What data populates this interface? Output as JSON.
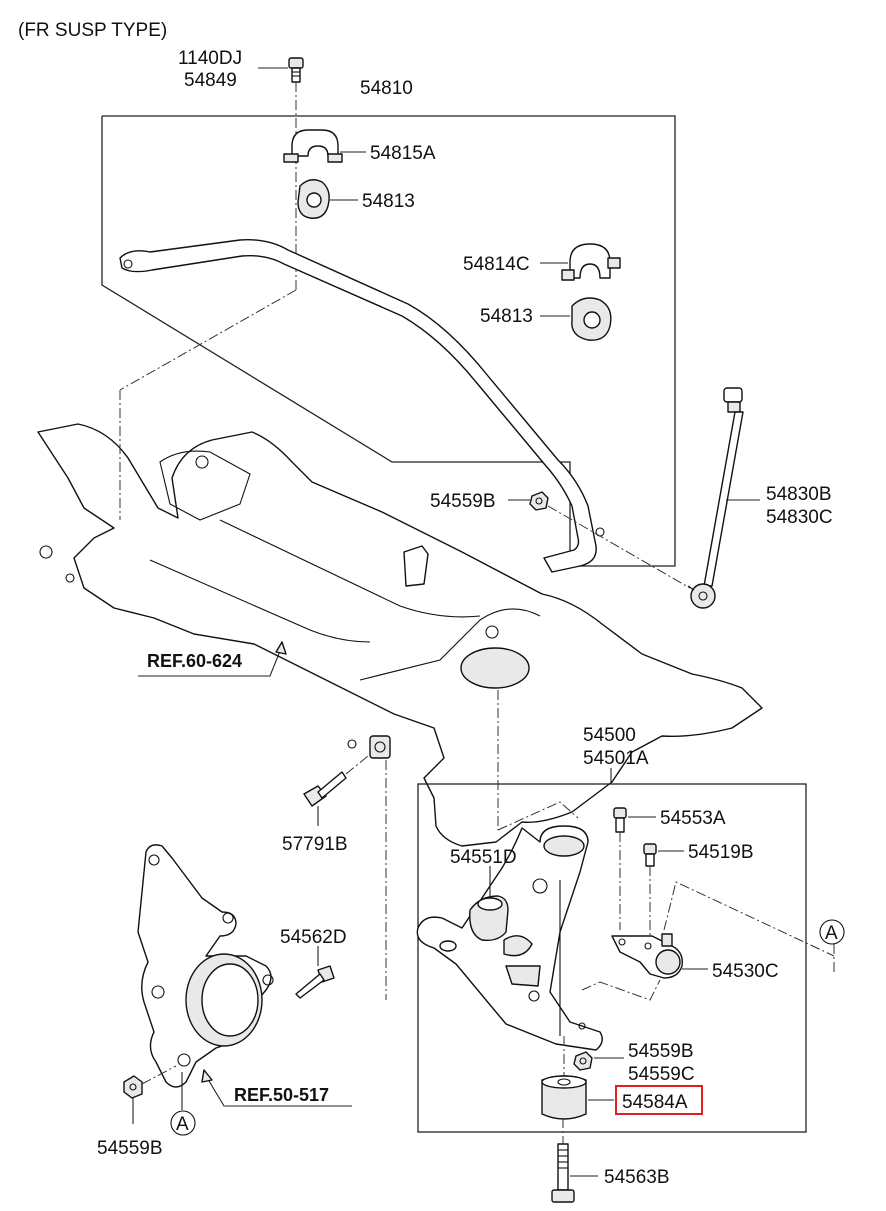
{
  "header": {
    "title": "(FR SUSP TYPE)"
  },
  "labels": {
    "p1140DJ": "1140DJ",
    "p54849": "54849",
    "p54810": "54810",
    "p54815A": "54815A",
    "p54813a": "54813",
    "p54814C": "54814C",
    "p54813b": "54813",
    "p54559B_top": "54559B",
    "p54830B": "54830B",
    "p54830C": "54830C",
    "ref60": "REF.60-624",
    "p54500": "54500",
    "p54501A": "54501A",
    "p57791B": "57791B",
    "p54553A": "54553A",
    "p54519B": "54519B",
    "p54551D": "54551D",
    "p54562D": "54562D",
    "p54530C": "54530C",
    "markerA_right": "A",
    "p54559B_mid": "54559B",
    "p54559C": "54559C",
    "p54584A": "54584A",
    "ref50": "REF.50-517",
    "markerA_left": "A",
    "p54559B_bottom": "54559B",
    "p54563B": "54563B"
  },
  "highlight": {
    "part": "54584A",
    "color": "#e02020"
  }
}
